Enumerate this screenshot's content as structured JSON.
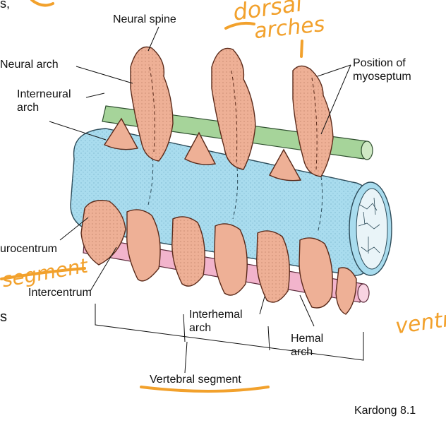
{
  "labels": {
    "neural_spine": "Neural spine",
    "neural_arch": "Neural arch",
    "interneural_arch": "Interneural arch",
    "position_of_myoseptum": "Position of myoseptum",
    "pleurocentrum_partial": "urocentrum",
    "intercentrum": "Intercentrum",
    "interhemal_arch": "Interhemal arch",
    "hemal_arch": "Hemal arch",
    "vertebral_segment": "Vertebral segment"
  },
  "caption": "Kardong 8.1",
  "edge_fragments": {
    "top_left": "s,",
    "mid_left": "s"
  },
  "handwritten": {
    "line1": "dorsal",
    "line2": "arches",
    "segment": "segment",
    "ventral": "ventr"
  },
  "colors": {
    "arch_fill": "#eeb096",
    "arch_stroke": "#5a2a1a",
    "centrum_fill": "#a9dcee",
    "notochord_rod": "#f2b4cc",
    "dorsal_rod": "#a6d49a",
    "handwriting": "#f2a12c"
  }
}
